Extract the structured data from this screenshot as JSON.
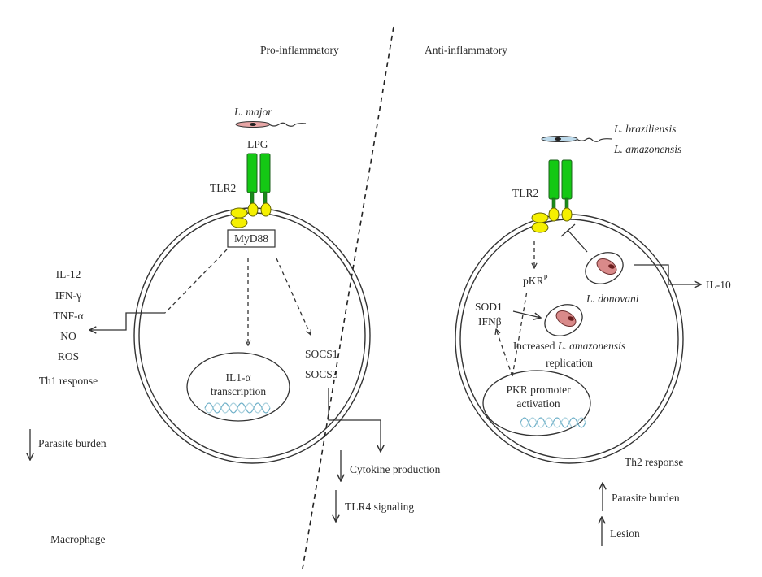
{
  "figure": {
    "section_left": "Pro-inflammatory",
    "section_right": "Anti-inflammatory",
    "cell_label": "Macrophage"
  },
  "left_cell": {
    "parasite": "L. major",
    "ligand": "LPG",
    "receptor": "TLR2",
    "adaptor": "MyD88",
    "nucleus_line1": "IL1-α",
    "nucleus_line2": "transcription",
    "socs1": "SOCS1",
    "socs3": "SOCS3",
    "cytokines": [
      "IL-12",
      "IFN-γ",
      "TNF-α",
      "NO",
      "ROS"
    ],
    "response": "Th1 response",
    "outcome_down": "Parasite burden",
    "socs_effects_down": [
      "Cytokine production",
      "TLR4 signaling"
    ]
  },
  "right_cell": {
    "parasites": [
      "L. braziliensis",
      "L. amazonensis"
    ],
    "receptor": "TLR2",
    "pkr_prefix": "pKR",
    "pkr_superscript": "P",
    "sod1": "SOD1",
    "ifnb": "IFNβ",
    "donovani": "L. donovani",
    "il10": "IL-10",
    "replication_prefix": "Increased ",
    "replication_species": "L. amazonensis",
    "replication_line2": "replication",
    "nucleus_line1": "PKR promoter",
    "nucleus_line2": "activation",
    "response": "Th2 response",
    "outcomes_up": [
      "Parasite burden",
      "Lesion"
    ]
  },
  "colors": {
    "receptor_green": "#14c814",
    "adaptor_yellow": "#f5f000",
    "amastigote_pink": "#d98a8a",
    "dna_blue": "#6fb0c8",
    "promastigote_blue": "#bcd9ea"
  }
}
